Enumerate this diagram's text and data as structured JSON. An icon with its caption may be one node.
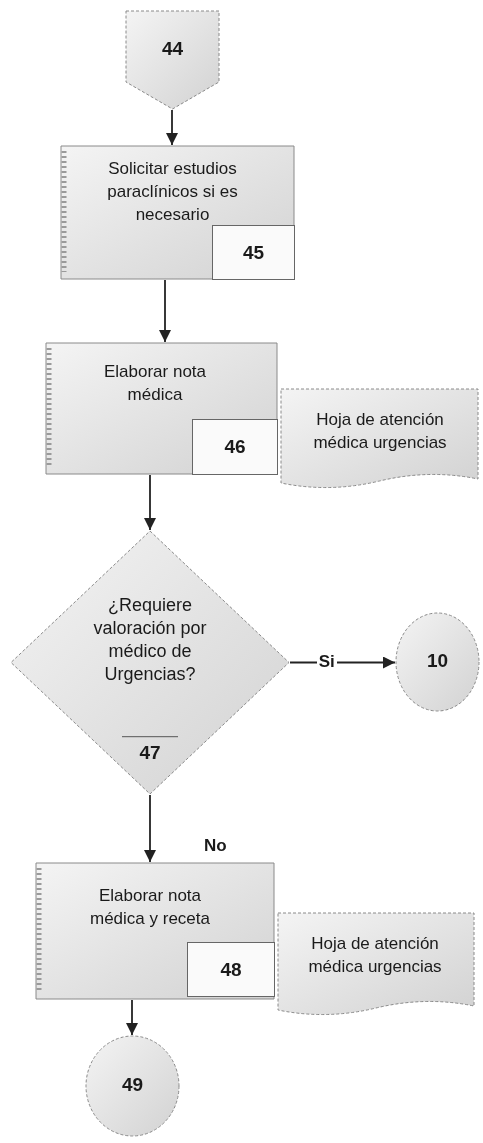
{
  "diagram": {
    "nodes": [
      {
        "text": [
          "44"
        ]
      },
      {
        "text": [
          "Solicitar estudios paraclínicos si es necesario",
          "45"
        ]
      },
      {
        "text": [
          "Elaborar nota médica",
          "46"
        ]
      },
      {
        "text": [
          "Hoja de atención médica urgencias"
        ]
      },
      {
        "text": [
          "¿Requiere valoración por médico de Urgencias?",
          "47"
        ]
      },
      {
        "text": [
          "10"
        ]
      },
      {
        "text": [
          "Elaborar nota médica y receta",
          "48"
        ]
      },
      {
        "text": [
          "Hoja de atención médica urgencias"
        ]
      },
      {
        "text": [
          "49"
        ]
      }
    ],
    "edges": [
      {
        "from": 0,
        "to": 1,
        "arrow": "to"
      },
      {
        "from": 1,
        "to": 2,
        "arrow": "to"
      },
      {
        "from": 2,
        "to": 4,
        "arrow": "to"
      },
      {
        "from": 4,
        "to": 5,
        "label": "Si",
        "arrow": "to"
      },
      {
        "from": 4,
        "to": 6,
        "label": "No",
        "arrow": "to"
      },
      {
        "from": 6,
        "to": 8,
        "arrow": "to"
      }
    ]
  }
}
